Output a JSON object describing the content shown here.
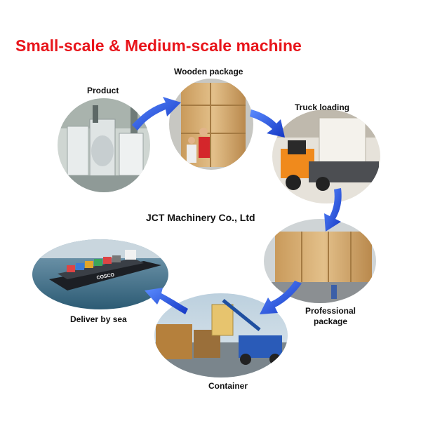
{
  "header": {
    "title": "Small-scale & Medium-scale machine"
  },
  "center": {
    "company": "JCT Machinery Co., Ltd"
  },
  "steps": [
    {
      "label": "Product"
    },
    {
      "label": "Wooden package"
    },
    {
      "label": "Truck loading"
    },
    {
      "label": "Professional package"
    },
    {
      "label": "Container"
    },
    {
      "label": "Deliver by sea"
    }
  ],
  "photos": {
    "ship_text": "COSCO"
  },
  "colors": {
    "title": "#e8151b",
    "arrow": "#1d4ed8",
    "wood": "#d9b27a"
  }
}
